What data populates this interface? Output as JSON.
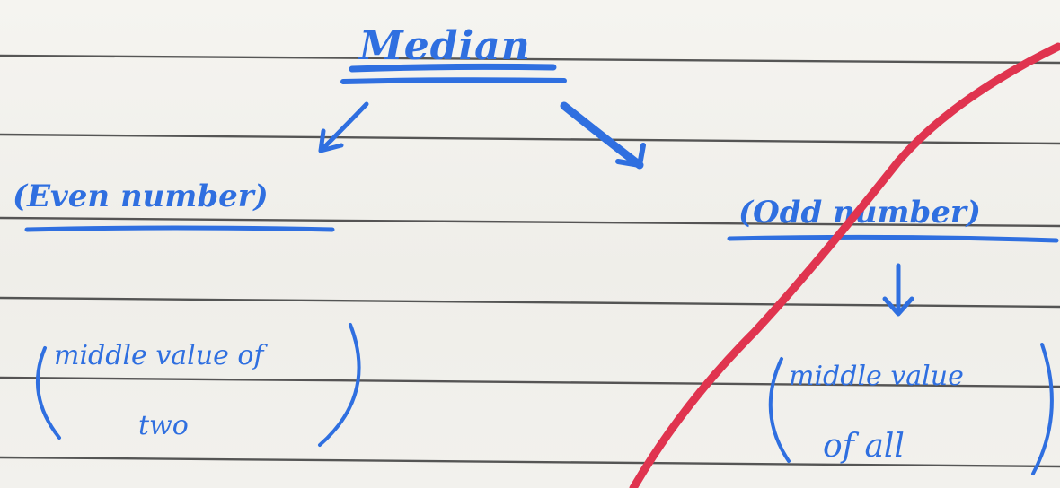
{
  "diagram": {
    "title": "Median",
    "branches": [
      {
        "label": "(Even number)",
        "description_lines": [
          "middle value of",
          "two"
        ]
      },
      {
        "label": "(Odd number)",
        "description_lines": [
          "middle value",
          "of all"
        ]
      }
    ],
    "colors": {
      "ink": "#2f6fe0",
      "strike": "#e0344f",
      "ruling": "#3a3a3a",
      "paper": "#f3f2ee"
    }
  }
}
